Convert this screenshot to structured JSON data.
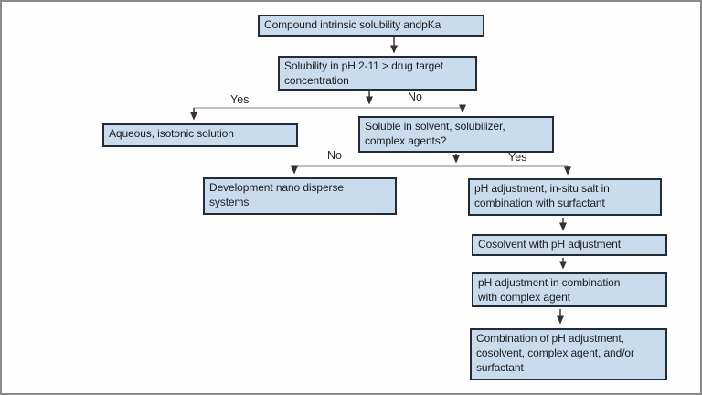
{
  "diagram": {
    "type": "flowchart",
    "colors": {
      "background": "#fefefe",
      "frame_border": "#8a8a8a",
      "node_fill": "#c8dcee",
      "node_border": "#232b34",
      "text": "#1c1c1c",
      "branch_line": "#9a9a9a",
      "arrow": "#454545"
    },
    "nodes": {
      "compound": "Compound intrinsic solubility andpKa",
      "solubility": "Solubility in pH 2-11 > drug target\nconcentration",
      "aqueous": "Aqueous, isotonic solution",
      "soluble": "Soluble in solvent, solubilizer,\ncomplex agents?",
      "nano": "Development nano disperse\nsystems",
      "ph_insitu": "pH adjustment, in-situ salt in\ncombination with surfactant",
      "cosolvent": "Cosolvent with pH adjustment",
      "ph_complex": "pH adjustment in combination\nwith complex agent",
      "combination": "Combination of pH adjustment,\ncosolvent, complex agent, and/or\nsurfactant"
    },
    "branch_labels": {
      "yes1": "Yes",
      "no1": "No",
      "no2": "No",
      "yes2": "Yes"
    },
    "edges": [
      {
        "from": "compound",
        "to": "solubility",
        "label": ""
      },
      {
        "from": "solubility",
        "to": "aqueous",
        "label": "Yes"
      },
      {
        "from": "solubility",
        "to": "soluble",
        "label": "No"
      },
      {
        "from": "soluble",
        "to": "nano",
        "label": "No"
      },
      {
        "from": "soluble",
        "to": "ph_insitu",
        "label": "Yes"
      },
      {
        "from": "ph_insitu",
        "to": "cosolvent",
        "label": ""
      },
      {
        "from": "cosolvent",
        "to": "ph_complex",
        "label": ""
      },
      {
        "from": "ph_complex",
        "to": "combination",
        "label": ""
      }
    ]
  }
}
